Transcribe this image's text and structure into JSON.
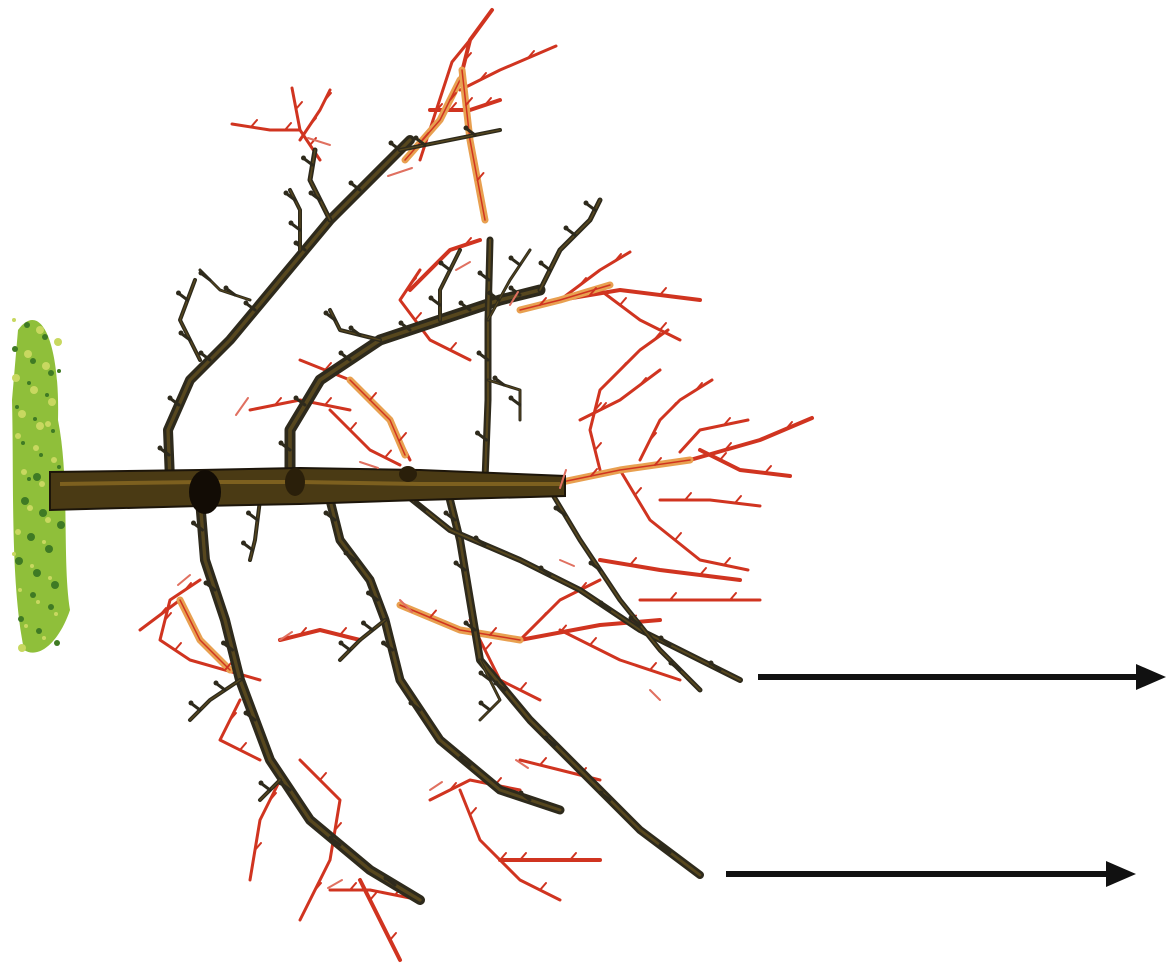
{
  "figure": {
    "subject": "pruning diagram",
    "colors": {
      "background": "#ffffff",
      "kept_wood": "#2e2a1c",
      "trunk": "#4a3a14",
      "trunk_highlight": "#8a6a22",
      "removed_wood": "#d03420",
      "removed_wood_light": "#e8a050",
      "cut_mark": "#e07060",
      "moss": "#8fbf3a",
      "moss_dark": "#3f7a24",
      "arrow": "#111111"
    },
    "arrows": {
      "count": 2,
      "direction": "right",
      "icon": "arrow-right-icon"
    }
  }
}
